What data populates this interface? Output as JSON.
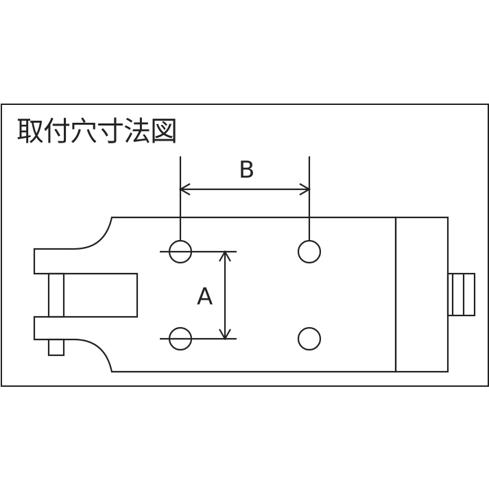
{
  "title": "取付穴寸法図",
  "dimensions": {
    "a_label": "A",
    "b_label": "B"
  },
  "colors": {
    "line": "#222222",
    "background": "#ffffff"
  }
}
